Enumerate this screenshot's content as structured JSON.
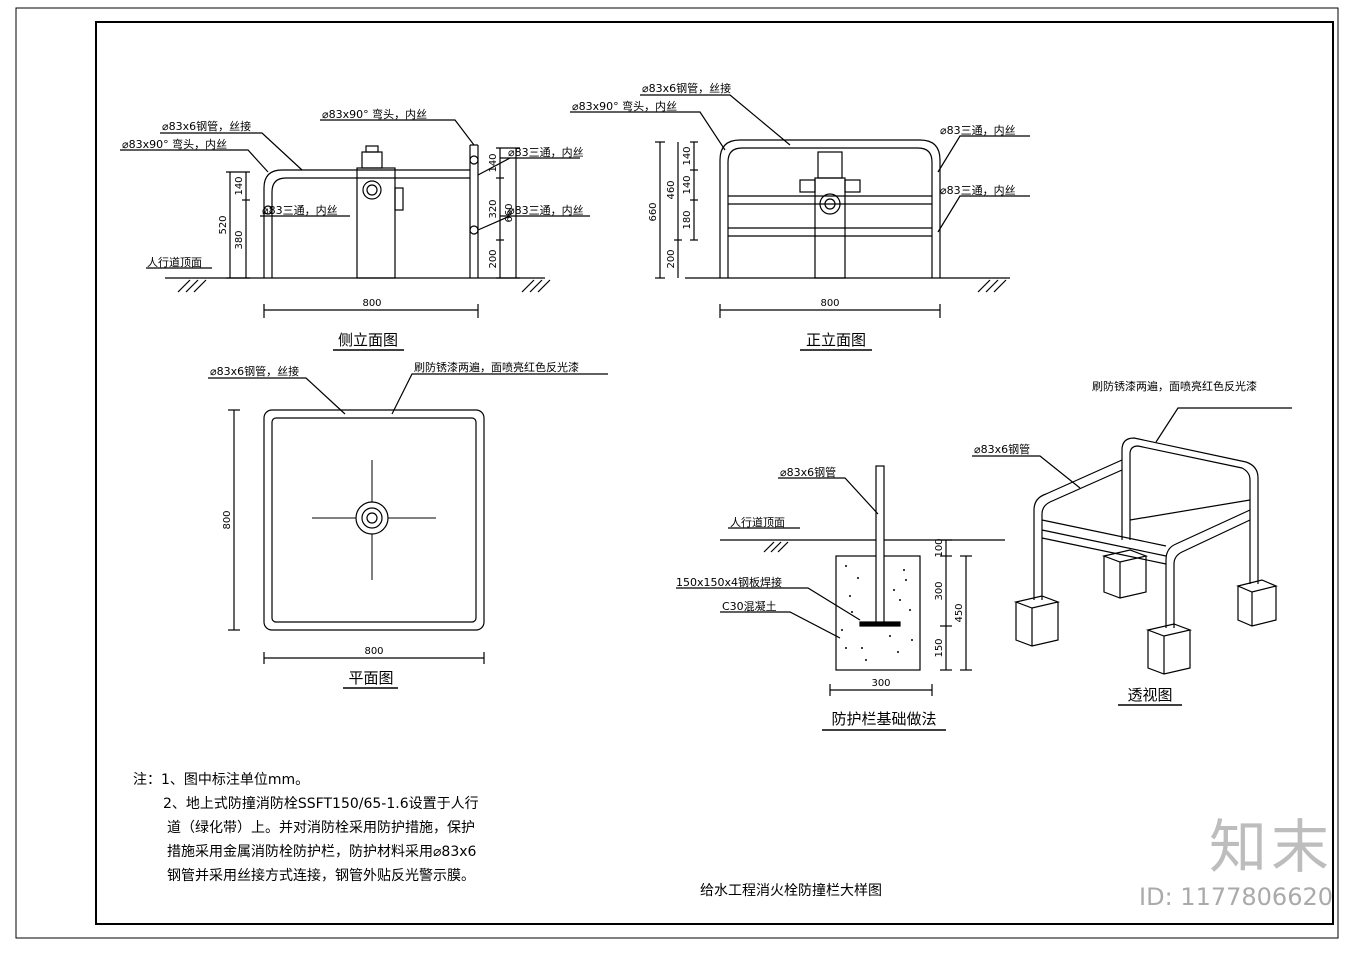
{
  "side": {
    "labels": [
      "⌀83x6钢管，丝接",
      "⌀83x90° 弯头，内丝",
      "⌀83x90° 弯头，内丝",
      "⌀83三通，内丝",
      "⌀83三通，内丝",
      "⌀83三通，内丝",
      "人行道顶面"
    ],
    "dims": [
      "140",
      "520",
      "380",
      "140",
      "320",
      "660",
      "200",
      "800"
    ],
    "title": "侧立面图"
  },
  "front": {
    "labels": [
      "⌀83x6钢管，丝接",
      "⌀83x90° 弯头，内丝",
      "⌀83三通，内丝",
      "⌀83三通，内丝"
    ],
    "dims": [
      "660",
      "460",
      "140",
      "140",
      "180",
      "200",
      "800"
    ],
    "title": "正立面图"
  },
  "plan": {
    "labels": [
      "⌀83x6钢管，丝接",
      "刷防锈漆两遍，面喷亮红色反光漆"
    ],
    "dims": [
      "800",
      "800"
    ],
    "title": "平面图"
  },
  "foundation": {
    "labels": [
      "⌀83x6钢管",
      "人行道顶面",
      "150x150x4钢板焊接",
      "C30混凝土"
    ],
    "dims": [
      "100",
      "300",
      "450",
      "150",
      "300"
    ],
    "title": "防护栏基础做法"
  },
  "perspective": {
    "labels": [
      "刷防锈漆两遍，面喷亮红色反光漆",
      "⌀83x6钢管"
    ],
    "title": "透视图"
  },
  "notes": [
    "注：1、图中标注单位mm。",
    "2、地上式防撞消防栓SSFT150/65-1.6设置于人行",
    "道（绿化带）上。并对消防栓采用防护措施，保护",
    "措施采用金属消防栓防护栏，防护材料采用⌀83x6",
    "钢管并采用丝接方式连接，钢管外贴反光警示膜。"
  ],
  "caption": "给水工程消火栓防撞栏大样图",
  "watermark": {
    "logo": "知末",
    "id": "ID: 1177806620"
  }
}
